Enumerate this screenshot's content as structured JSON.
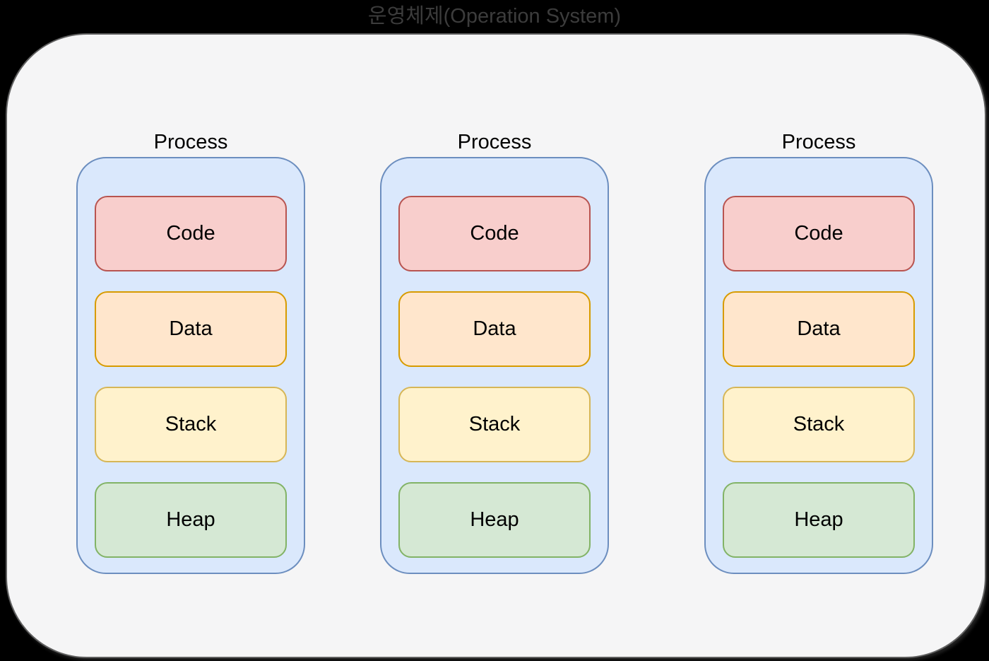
{
  "title": "운영체제(Operation System)",
  "background_color": "#000000",
  "os_container": {
    "fill": "#f5f5f6",
    "stroke": "#5f5f5f"
  },
  "process_style": {
    "fill": "#dae8fc",
    "stroke": "#6c8ebf"
  },
  "processes": [
    {
      "label": "Process"
    },
    {
      "label": "Process"
    },
    {
      "label": "Process"
    }
  ],
  "segments": [
    {
      "label": "Code",
      "fill": "#f8cecc",
      "stroke": "#b85450"
    },
    {
      "label": "Data",
      "fill": "#ffe6cc",
      "stroke": "#d79b00"
    },
    {
      "label": "Stack",
      "fill": "#fff2cc",
      "stroke": "#d6b656"
    },
    {
      "label": "Heap",
      "fill": "#d5e8d4",
      "stroke": "#82b366"
    }
  ]
}
